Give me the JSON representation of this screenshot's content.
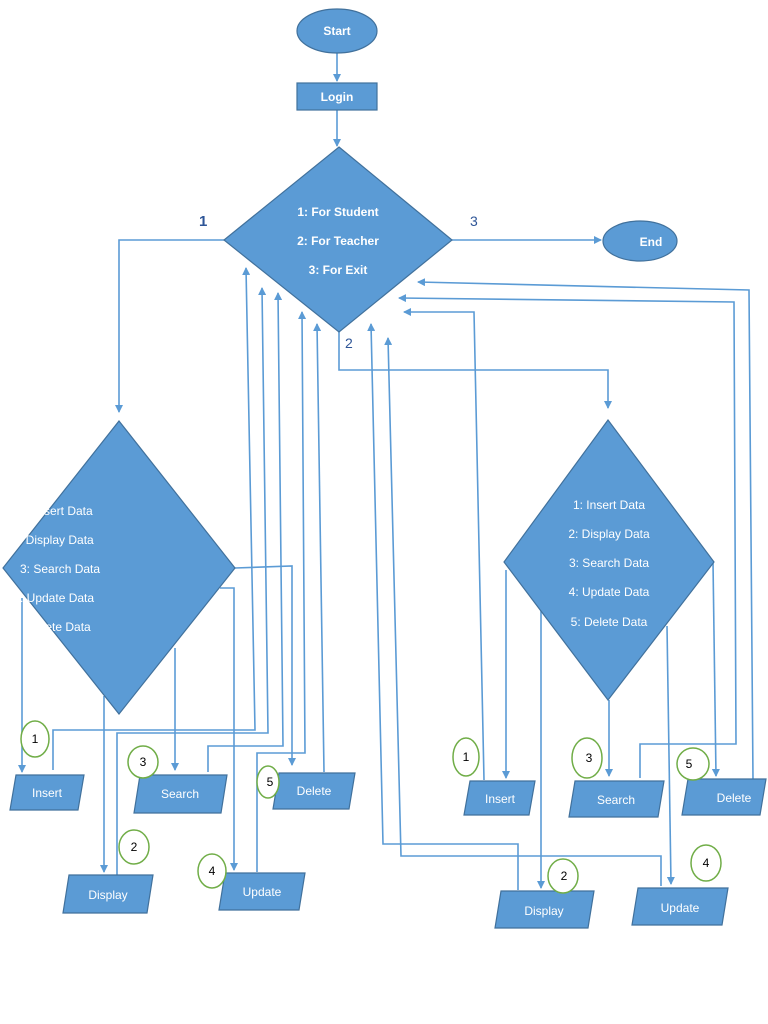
{
  "nodes": {
    "start": "Start",
    "login": "Login",
    "end": "End",
    "main_menu": [
      "1: For Student",
      "2: For Teacher",
      "3: For Exit"
    ],
    "student_menu": [
      "sert Data",
      ": Display Data",
      "3: Search Data",
      ": Update Data",
      "elete Data"
    ],
    "teacher_menu": [
      "1: Insert Data",
      "2: Display Data",
      "3: Search Data",
      "4: Update Data",
      "5: Delete Data"
    ],
    "student_insert": "Insert",
    "student_display": "Display",
    "student_search": "Search",
    "student_update": "Update",
    "student_delete": "Delete",
    "teacher_insert": "Insert",
    "teacher_display": "Display",
    "teacher_search": "Search",
    "teacher_update": "Update",
    "teacher_delete": "Delete"
  },
  "edge_labels": {
    "student": "1",
    "teacher": "2",
    "exit": "3"
  },
  "badges": {
    "s_insert": "1",
    "s_display": "2",
    "s_search": "3",
    "s_update": "4",
    "s_delete": "5",
    "t_insert": "1",
    "t_display": "2",
    "t_search": "3",
    "t_update": "4",
    "t_delete": "5"
  },
  "colors": {
    "shape_fill": "#5b9bd5",
    "shape_stroke": "#41719c",
    "badge_stroke": "#70ad47",
    "edge_label": "#2e5597"
  }
}
